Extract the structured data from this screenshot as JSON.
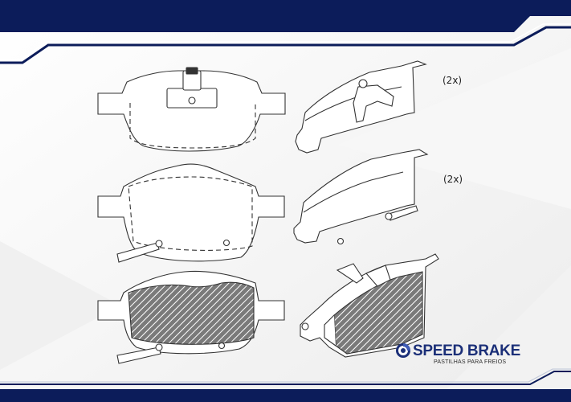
{
  "labels": {
    "qty_top": "(2x)",
    "qty_middle": "(2x)"
  },
  "brand": {
    "name": "SPEED BRAKE",
    "tagline": "PASTILHAS PARA FREIOS",
    "logo_icon": "brake-disc-logo"
  },
  "colors": {
    "navy": "#0c1c5a",
    "brand_blue": "#1b2f78",
    "line": "#333333",
    "hatch_fill": "#6e6e6e"
  }
}
